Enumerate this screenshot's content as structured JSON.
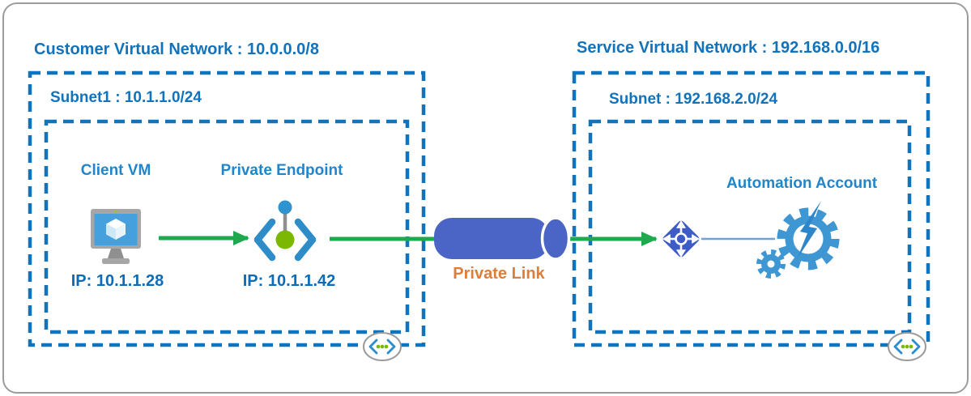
{
  "customer_vnet": {
    "title": "Customer Virtual Network : 10.0.0.0/8",
    "subnet_title": "Subnet1 : 10.1.1.0/24",
    "client_vm_label": "Client VM",
    "client_vm_ip": "IP: 10.1.1.28",
    "private_endpoint_label": "Private Endpoint",
    "private_endpoint_ip": "IP: 10.1.1.42"
  },
  "private_link": {
    "label": "Private Link"
  },
  "service_vnet": {
    "title": "Service Virtual Network : 192.168.0.0/16",
    "subnet_title": "Subnet : 192.168.2.0/24",
    "automation_label": "Automation Account"
  },
  "icons": {
    "client_vm": "vm-monitor-icon",
    "private_endpoint": "private-endpoint-brackets-icon",
    "private_link_tube": "private-link-cylinder-icon",
    "network_router": "diamond-cross-arrows-icon",
    "automation_account": "gears-lightning-icon",
    "vnet_badge": "virtual-network-badge-icon"
  },
  "colors": {
    "border_blue": "#1173bc",
    "label_blue": "#1f86cb",
    "ip_blue": "#0c6cb8",
    "arrow_green": "#1fa94e",
    "cylinder_blue": "#4a65c5",
    "private_link_orange": "#dd7e3b",
    "diamond_blue": "#3d5cc6",
    "gear_blue": "#3e96d2",
    "endpoint_green": "#7cb802",
    "frame_gray": "#9c9c9c"
  }
}
